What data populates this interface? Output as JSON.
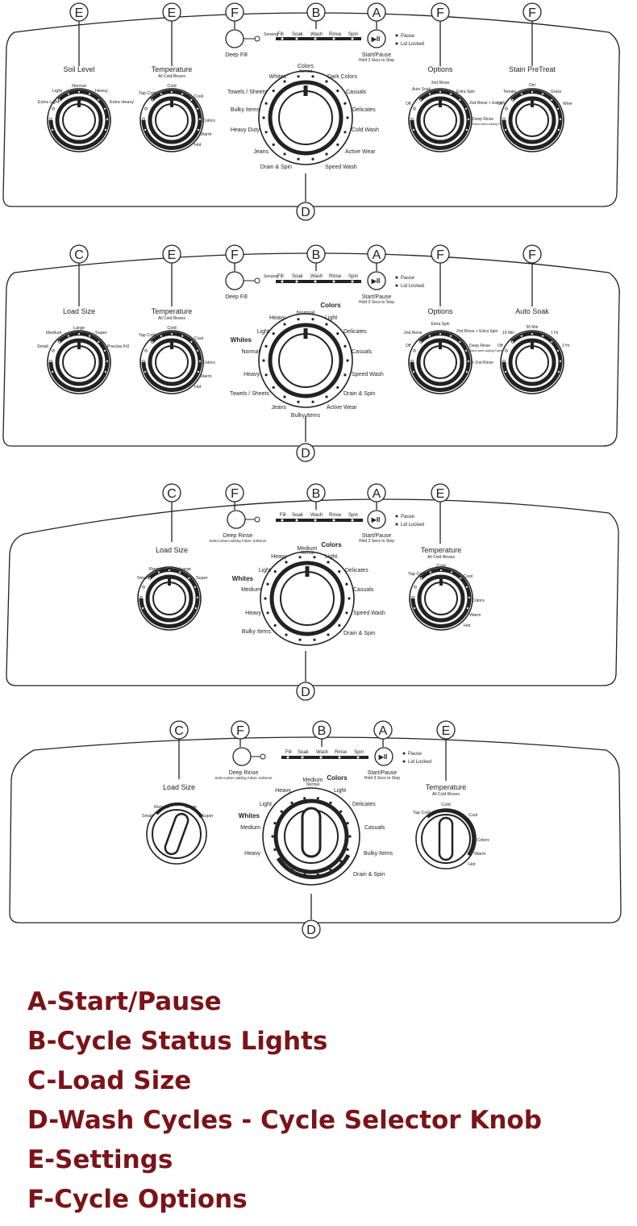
{
  "status_lights": {
    "fill": "Fill",
    "soak": "Soak",
    "wash": "Wash",
    "rinse": "Rinse",
    "spin": "Spin",
    "sensing": "Sensing"
  },
  "start": {
    "pause": "Pause",
    "lid": "Lid Locked",
    "label": "Start/Pause",
    "hint": "Hold 3 Secs to Stop"
  },
  "callout_letters": {
    "a": "A",
    "b": "B",
    "c": "C",
    "d": "D",
    "e": "E",
    "f": "F"
  },
  "common": {
    "temperature": "Temperature",
    "all_cold": "All Cold Rinses",
    "options": "Options",
    "load_size": "Load Size",
    "colors": "Colors",
    "normal": "Normal"
  },
  "temp_settings": {
    "tap_cold": "Tap Cold",
    "cold": "Cold",
    "cool": "Cool",
    "colors": "Colors",
    "warm": "Warm",
    "hot": "Hot"
  },
  "panel1": {
    "deep_fill": "Deep Fill",
    "soil_title": "Soil Level",
    "soil": {
      "extra_light": "Extra Light",
      "light": "Light",
      "normal": "Normal",
      "heavy": "Heavy",
      "extra_heavy": "Extra Heavy"
    },
    "cycles": {
      "whites": "Whites",
      "dark": "Dark Colors",
      "towels": "Towels / Sheets",
      "casuals": "Casuals",
      "bulky": "Bulky Items",
      "delicates": "Delicates",
      "heavy_duty": "Heavy Duty",
      "cold_wash": "Cold Wash",
      "jeans": "Jeans",
      "active": "Active Wear",
      "drain": "Drain & Spin",
      "speed": "Speed Wash"
    },
    "options": {
      "auto_soak": "Auto Soak",
      "second_rinse": "2nd Rinse",
      "extra_spin": "Extra Spin",
      "off": "Off",
      "second_extra": "2nd Rinse + Extra Spin",
      "deep_rinse": "Deep Rinse",
      "deep_hint": "Select when adding Fabric Softener"
    },
    "stain_title": "Stain PreTreat",
    "stain": {
      "tomato": "Tomato",
      "dirt": "Dirt",
      "grass": "Grass",
      "off": "Off",
      "wine": "Wine"
    }
  },
  "panel2": {
    "deep_fill": "Deep Fill",
    "load": {
      "small": "Small",
      "medium": "Medium",
      "large": "Large",
      "super": "Super",
      "precise": "Precise Fill"
    },
    "cycles": {
      "heavy": "Heavy",
      "normal": "Normal",
      "light": "Light",
      "whites": "Whites",
      "w_light": "Light",
      "w_normal": "Normal",
      "w_heavy": "Heavy",
      "delicates": "Delicates",
      "casuals": "Casuals",
      "speed": "Speed Wash",
      "towels": "Towels / Sheets",
      "drain": "Drain & Spin",
      "jeans": "Jeans",
      "active": "Active Wear",
      "bulky": "Bulky Items"
    },
    "options": {
      "extra_spin": "Extra Spin",
      "second_rinse": "2nd Rinse",
      "second_extra": "2nd Rinse + Extra Spin",
      "off": "Off",
      "deep_rinse": "Deep Rinse",
      "deep_hint": "Select when adding Fabric Softener",
      "plus_second": "+ 2nd Rinse"
    },
    "auto_soak_title": "Auto Soak",
    "soak": {
      "m15": "15 Min",
      "m30": "30 Min",
      "h1": "1 Hr",
      "off": "Off",
      "h2": "2 Hr"
    }
  },
  "panel3": {
    "deep_rinse": "Deep Rinse",
    "deep_hint": "Select when adding Fabric Softener",
    "load": {
      "regular": "Regular",
      "large": "Large",
      "small": "Small",
      "super": "Super"
    },
    "cycles": {
      "heavy": "Heavy",
      "medium": "Medium",
      "normal": "Normal",
      "light": "Light",
      "whites": "Whites",
      "w_light": "Light",
      "w_medium": "Medium",
      "w_heavy": "Heavy",
      "delicates": "Delicates",
      "casuals": "Casuals",
      "speed": "Speed Wash",
      "bulky": "Bulky Items",
      "drain": "Drain & Spin"
    }
  },
  "panel4": {
    "deep_rinse": "Deep Rinse",
    "deep_hint": "Select when adding Fabric Softener",
    "load": {
      "regular": "Regular",
      "large": "Large",
      "small": "Small",
      "super": "Super"
    },
    "cycles": {
      "heavy": "Heavy",
      "medium": "Medium",
      "normal": "Normal",
      "light": "Light",
      "whites": "Whites",
      "w_light": "Light",
      "w_medium": "Medium",
      "w_heavy": "Heavy",
      "delicates": "Delicates",
      "casuals": "Casuals",
      "bulky": "Bulky Items",
      "drain": "Drain & Spin"
    }
  },
  "legend": [
    "A-Start/Pause",
    "B-Cycle Status Lights",
    "C-Load Size",
    "D-Wash Cycles - Cycle Selector Knob",
    "E-Settings",
    "F-Cycle Options"
  ]
}
